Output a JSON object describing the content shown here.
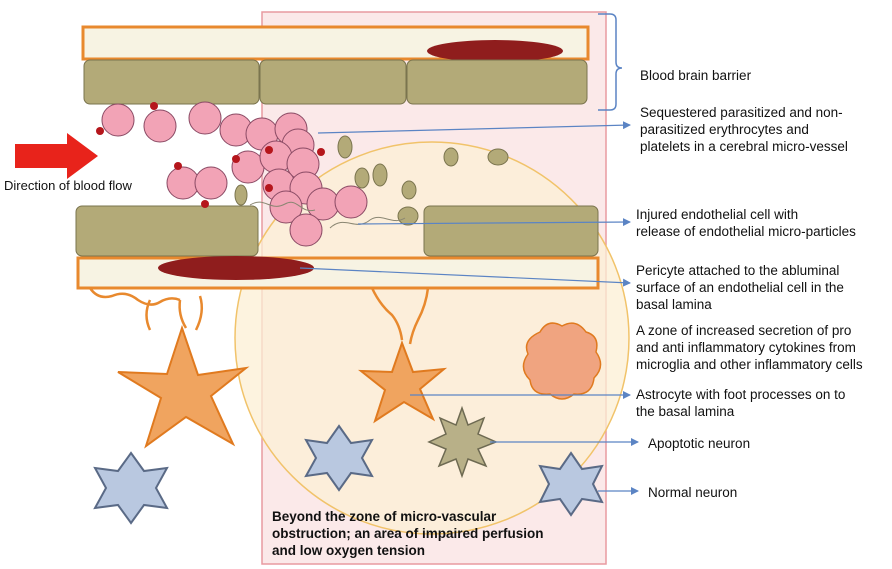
{
  "labels": {
    "bbb": "Blood brain barrier",
    "sequestered": "Sequestered parasitized and non-\nparasitized erythrocytes and\nplatelets  in a cerebral micro-vessel",
    "injured": "Injured endothelial cell with\nrelease of endothelial micro-particles",
    "pericyte": "Pericyte attached to the abluminal\nsurface of an endothelial  cell in the\nbasal lamina",
    "cytokines": "A  zone of increased secretion of pro\nand anti inflammatory  cytokines from\nmicroglia and other inflammatory cells",
    "astrocyte": "Astrocyte with foot processes on to\nthe basal lamina",
    "apoptotic": "Apoptotic neuron",
    "normal": "Normal neuron",
    "flow": "Direction of blood flow",
    "beyond": "Beyond  the zone of micro-vascular\nobstruction; an area of impaired perfusion\nand low oxygen tension"
  },
  "colors": {
    "endothelium": "#b3aa78",
    "lamina_border": "#e8892e",
    "pericyte": "#8f1d1d",
    "rbc": "#f2a3b6",
    "platelet": "#b3aa78",
    "astrocyte": "#f0a45f",
    "neuron_normal": "#b9c8e0",
    "neuron_apoptotic": "#b8b088",
    "arrow_flow": "#e8231b",
    "pointer": "#5b84c4",
    "zone_box": "#f9e6e6",
    "zone_circle": "#fbefd2"
  }
}
